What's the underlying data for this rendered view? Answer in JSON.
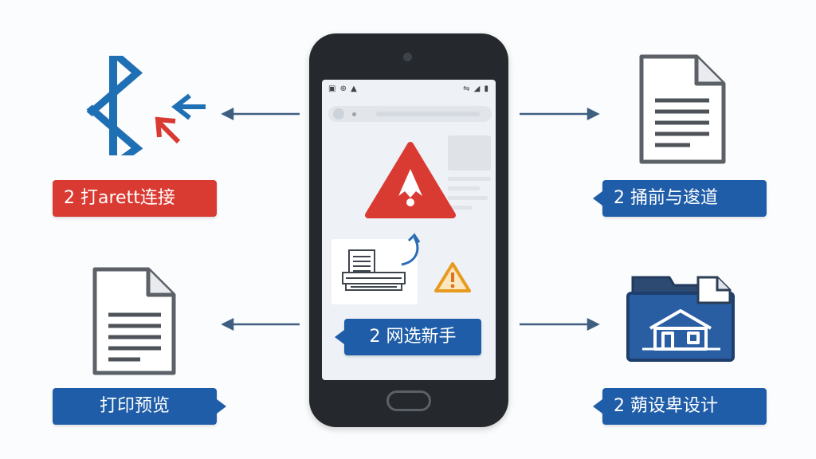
{
  "labels": {
    "top_left": "2 打arett连接",
    "top_right": "2 捅前与逡道",
    "bottom_left": "打印预览",
    "bottom_right": "2 蒴设卑设计",
    "phone_center": "2 网选新手"
  },
  "phone": {
    "status_left": "▣ ⊕ ▲",
    "status_right": "⇋ ◢ ▮"
  },
  "icons": {
    "top_left": "bluetooth-icon",
    "top_right": "document-icon",
    "bottom_left": "document-icon",
    "bottom_right": "blueprint-folder-icon",
    "phone_main": "warning-icon",
    "phone_secondary": "printer-icon"
  },
  "colors": {
    "red": "#d93a32",
    "blue": "#1f5da8",
    "arrow": "#3e5f80",
    "warning_orange": "#e69a1e"
  }
}
